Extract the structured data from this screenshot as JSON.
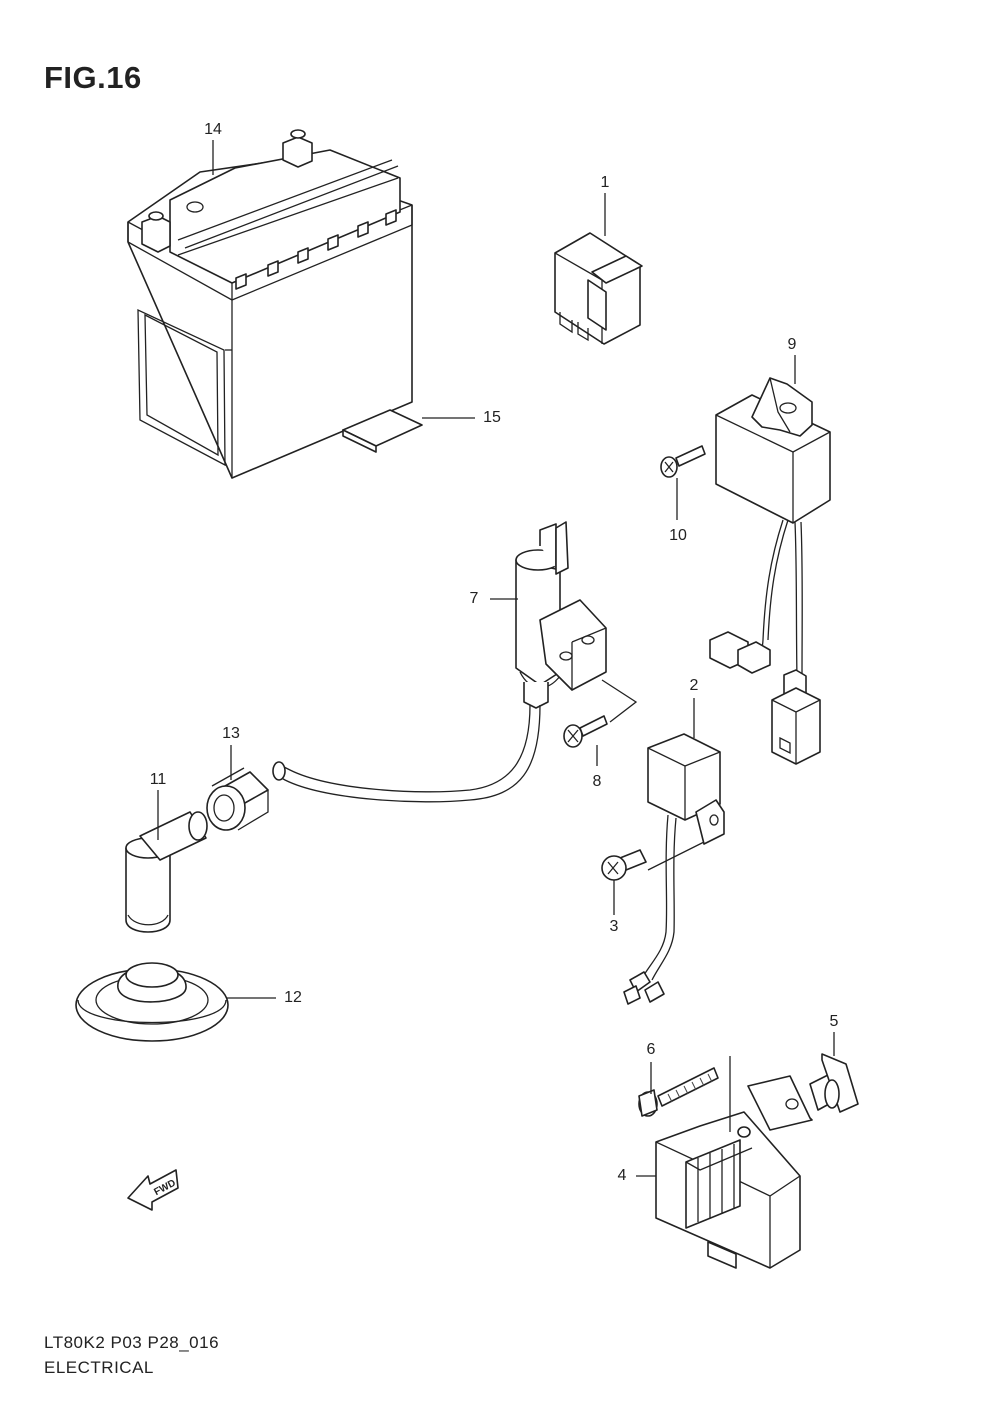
{
  "figure": {
    "title": "FIG.16"
  },
  "callouts": [
    {
      "id": "1",
      "text": "1"
    },
    {
      "id": "2",
      "text": "2"
    },
    {
      "id": "3",
      "text": "3"
    },
    {
      "id": "4",
      "text": "4"
    },
    {
      "id": "5",
      "text": "5"
    },
    {
      "id": "6",
      "text": "6"
    },
    {
      "id": "7",
      "text": "7"
    },
    {
      "id": "8",
      "text": "8"
    },
    {
      "id": "9",
      "text": "9"
    },
    {
      "id": "10",
      "text": "10"
    },
    {
      "id": "11",
      "text": "11"
    },
    {
      "id": "12",
      "text": "12"
    },
    {
      "id": "13",
      "text": "13"
    },
    {
      "id": "14",
      "text": "14"
    },
    {
      "id": "15",
      "text": "15"
    }
  ],
  "fwd_arrow": {
    "text": "FWD"
  },
  "footer": {
    "code": "LT80K2 P03 P28_016",
    "section": "ELECTRICAL"
  }
}
